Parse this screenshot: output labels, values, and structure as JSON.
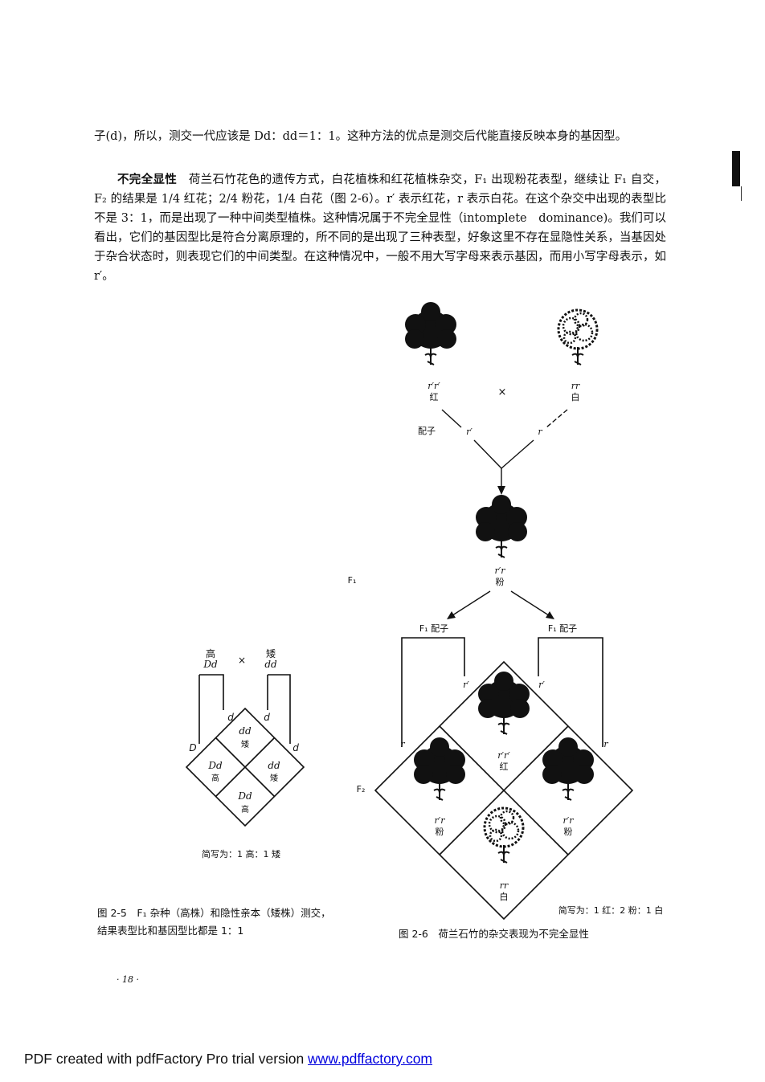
{
  "paragraphs": {
    "p1": "子(d)，所以，测交一代应该是 Dd：dd＝1：1。这种方法的优点是测交后代能直接反映本身的基因型。",
    "p2_heading": "不完全显性",
    "p2_body": "荷兰石竹花色的遗传方式，白花植株和红花植株杂交，F₁ 出现粉花表型，继续让 F₁ 自交，F₂ 的结果是 1/4 红花；2/4 粉花，1/4 白花（图 2-6）。r′ 表示红花，r 表示白花。在这个杂交中出现的表型比不是 3：1，而是出现了一种中间类型植株。这种情况属于不完全显性（intomplete　dominance)。我们可以看出，它们的基因型比是符合分离原理的，所不同的是出现了三种表型，好象这里不存在显隐性关系，当基因处于杂合状态时，则表现它们的中间类型。在这种情况中，一般不用大写字母来表示基因，而用小写字母表示，如 r′。"
  },
  "fig25": {
    "parent1_pheno": "高",
    "parent1_geno": "Dd",
    "cross": "×",
    "parent2_pheno": "矮",
    "parent2_geno": "dd",
    "gamete_left_top": "d",
    "gamete_right_top": "d",
    "gamete_left_side": "D",
    "gamete_right_side": "d",
    "cell_top_geno": "dd",
    "cell_top_pheno": "矮",
    "cell_left_geno": "Dd",
    "cell_left_pheno": "高",
    "cell_right_geno": "dd",
    "cell_right_pheno": "矮",
    "cell_bottom_geno": "Dd",
    "cell_bottom_pheno": "高",
    "summary": "简写为：1 高：1 矮",
    "caption_line1": "图 2-5　F₁ 杂种（高株）和隐性亲本（矮株）测交，",
    "caption_line2": "结果表型比和基因型比都是 1：1"
  },
  "fig26": {
    "parent_red_geno": "r′r′",
    "parent_red_pheno": "红",
    "cross": "×",
    "parent_white_geno": "rr",
    "parent_white_pheno": "白",
    "gamete_label": "配子",
    "gamete_red": "r′",
    "gamete_white": "r",
    "f1_label": "F₁",
    "f1_geno": "r′r",
    "f1_pheno": "粉",
    "f1_gamete_left": "F₁ 配子",
    "f1_gamete_right": "F₁ 配子",
    "g_left_top": "r′",
    "g_right_top": "r′",
    "g_left_side": "r",
    "g_right_side": "r",
    "f2_label": "F₂",
    "cell_top_geno": "r′r′",
    "cell_top_pheno": "红",
    "cell_left_geno": "r′r",
    "cell_left_pheno": "粉",
    "cell_right_geno": "r′r",
    "cell_right_pheno": "粉",
    "cell_bottom_geno": "rr",
    "cell_bottom_pheno": "白",
    "summary": "简写为：1 红：2 粉：1 白",
    "caption": "图 2-6　荷兰石竹的杂交表现为不完全显性"
  },
  "page_number": "· 18 ·",
  "footer": {
    "text": "PDF created with pdfFactory Pro trial version ",
    "link": "www.pdffactory.com"
  },
  "colors": {
    "ink": "#111111",
    "link": "#0000dd"
  },
  "icons": [
    "flower-dark-icon",
    "flower-light-icon",
    "arrow-down-icon"
  ]
}
